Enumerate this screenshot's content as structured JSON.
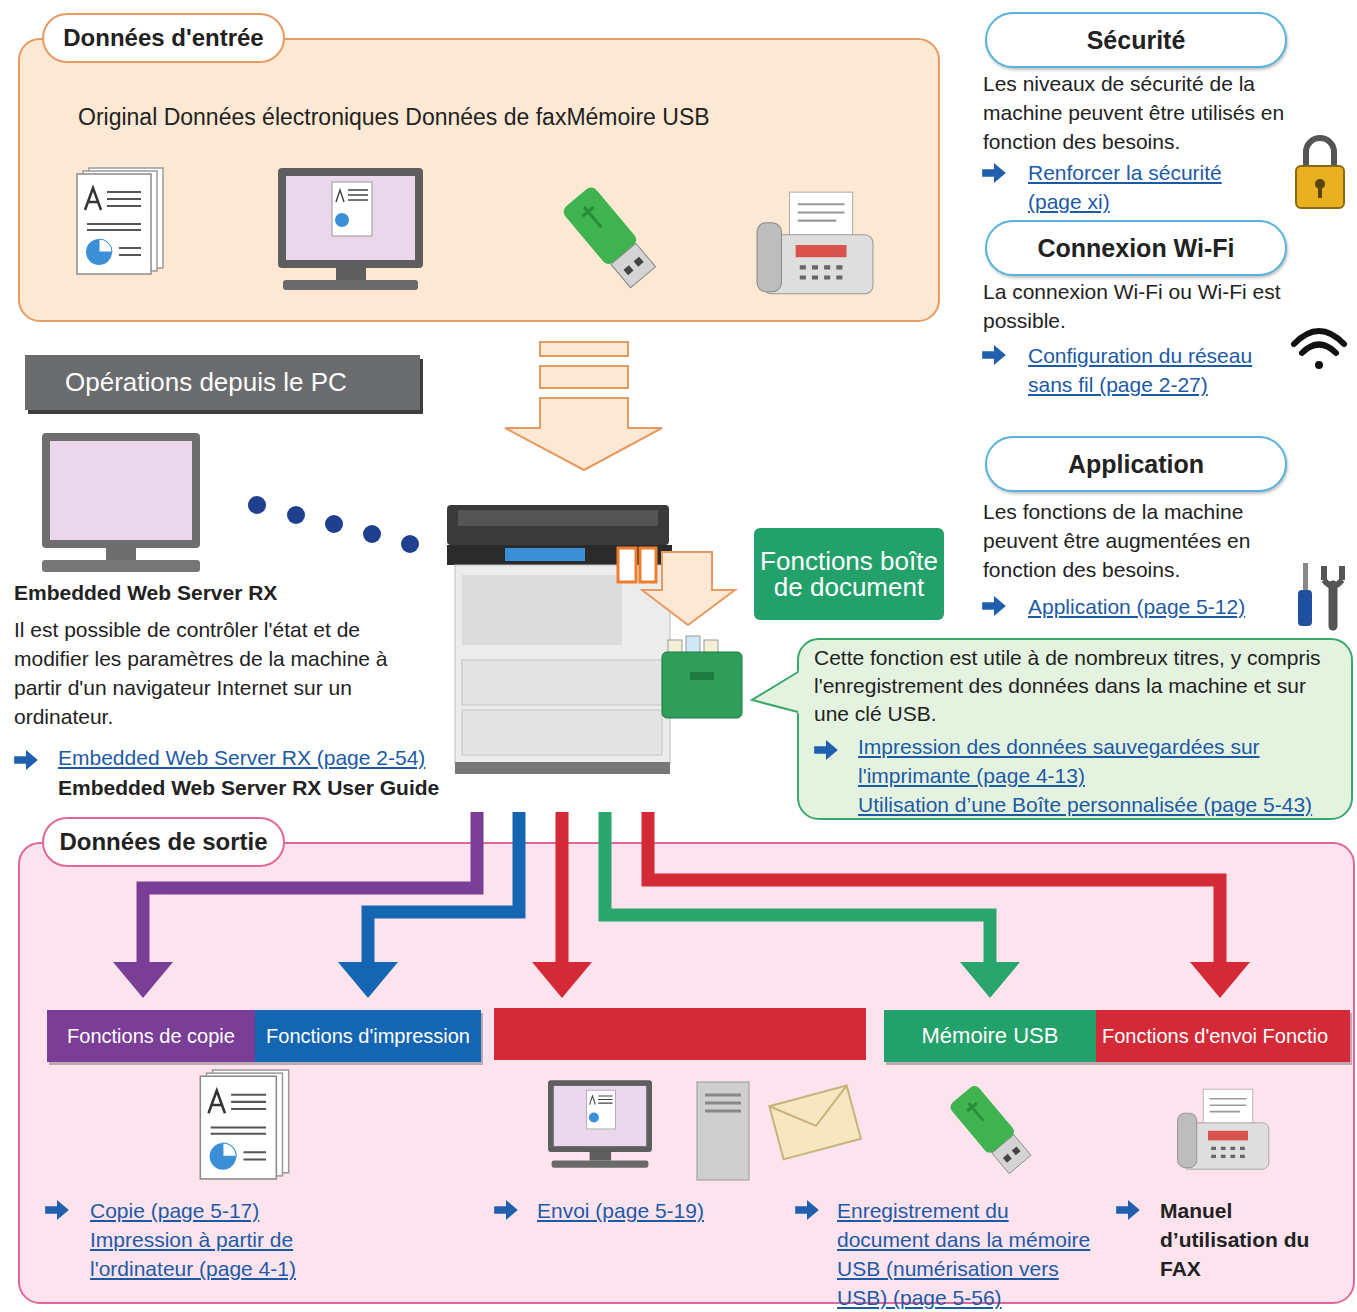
{
  "diagram": {
    "nodes": [
      {
        "text": [
          "Données d'entrée",
          "Original Données électroniques Données de faxMémoire USB"
        ]
      },
      {
        "text": [
          "Sécurité"
        ]
      },
      {
        "text": [
          "Connexion Wi-Fi"
        ]
      },
      {
        "text": [
          "Opérations depuis le PC"
        ]
      },
      {
        "text": [
          "Application"
        ]
      },
      {
        "text": [
          "Fonctions boîte de document"
        ]
      },
      {
        "text": [
          "Cette fonction est utile à de nombreux titres, y compris l'enregistrement des données dans la machine et sur une clé USB.",
          "Impression des données sauvegardées sur l'imprimante (page 4-13)",
          "Utilisation d’une Boîte personnalisée (page 5-43)"
        ]
      },
      {
        "text": [
          "Données de sortie"
        ]
      },
      {
        "text": [
          "Fonctions de copie"
        ],
        "in": 7
      },
      {
        "text": [
          "Fonctions d'impression"
        ],
        "in": 7
      },
      {
        "text": [
          "Mémoire USB"
        ],
        "in": 7
      },
      {
        "text": [
          "Fonctions d'envoi Fonctio"
        ],
        "in": 7
      }
    ],
    "labels": [
      "Les niveaux de sécurité de la machine peuvent être utilisés en fonction des besoins.",
      "Renforcer la sécurité (page xi)",
      "La connexion Wi-Fi ou Wi-Fi est possible.",
      "Configuration du réseau sans fil (page 2-27)",
      "Les fonctions de la machine peuvent être augmentées en fonction des besoins.",
      "Application (page 5-12)",
      "Embedded Web Server RX",
      "Il est possible de contrôler l'état et de modifier les paramètres de la machine à partir d'un navigateur Internet sur un ordinateur.",
      "Embedded Web Server RX (page 2-54)",
      "Embedded Web Server RX User Guide",
      "Copie (page 5-17)",
      "Impression à partir de l'ordinateur (page 4-1)",
      "Envoi (page 5-19)",
      "Enregistrement du document dans la mémoire USB (numérisation vers USB) (page 5-56)",
      "Manuel d’utilisation du FAX"
    ]
  }
}
